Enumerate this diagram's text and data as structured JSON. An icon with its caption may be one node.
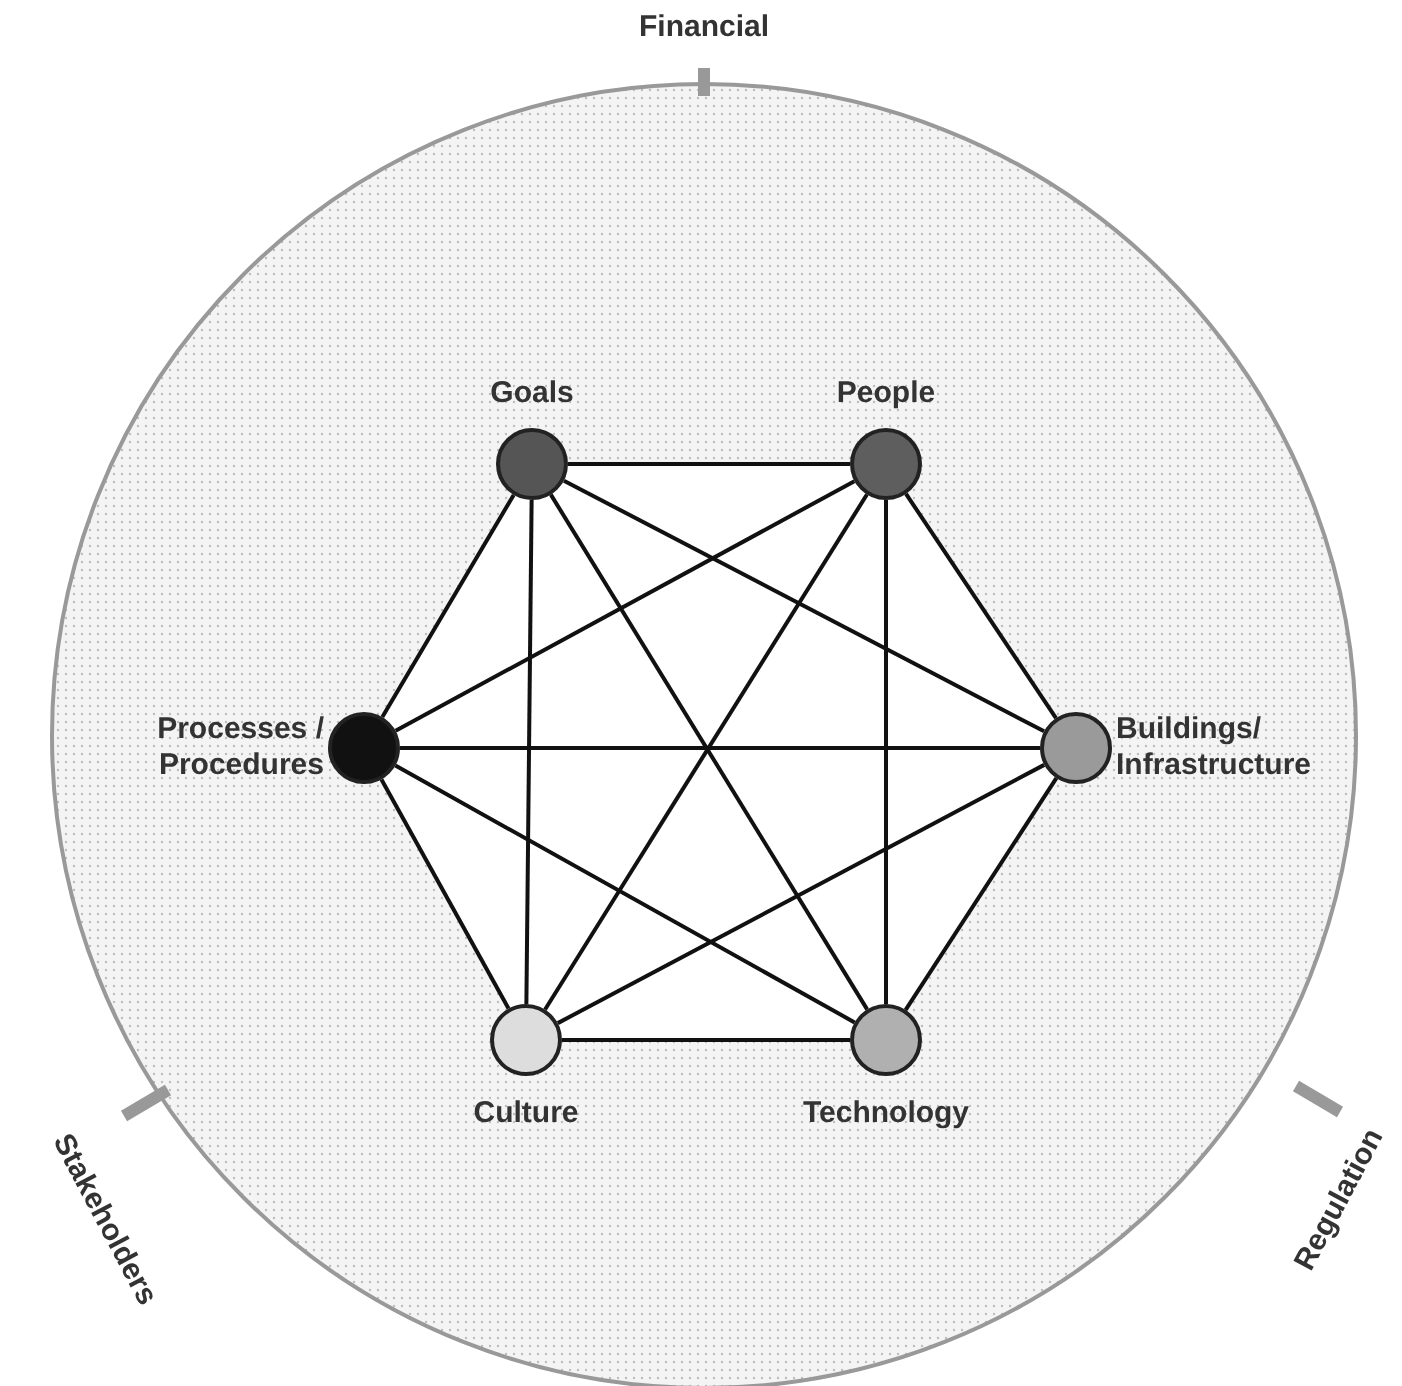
{
  "diagram": {
    "nodes": [
      {
        "text": [
          "Goals"
        ]
      },
      {
        "text": [
          "People"
        ]
      },
      {
        "text": [
          "Processes / Procedures"
        ]
      },
      {
        "text": [
          "Buildings/ Infrastructure"
        ]
      },
      {
        "text": [
          "Culture"
        ]
      },
      {
        "text": [
          "Technology"
        ]
      }
    ],
    "edges": [
      {
        "from": 0,
        "to": 1,
        "arrow": "none"
      },
      {
        "from": 0,
        "to": 2,
        "arrow": "none"
      },
      {
        "from": 0,
        "to": 3,
        "arrow": "none"
      },
      {
        "from": 0,
        "to": 4,
        "arrow": "none"
      },
      {
        "from": 0,
        "to": 5,
        "arrow": "none"
      },
      {
        "from": 1,
        "to": 2,
        "arrow": "none"
      },
      {
        "from": 1,
        "to": 3,
        "arrow": "none"
      },
      {
        "from": 1,
        "to": 4,
        "arrow": "none"
      },
      {
        "from": 1,
        "to": 5,
        "arrow": "none"
      },
      {
        "from": 2,
        "to": 3,
        "arrow": "none"
      },
      {
        "from": 2,
        "to": 4,
        "arrow": "none"
      },
      {
        "from": 2,
        "to": 5,
        "arrow": "none"
      },
      {
        "from": 3,
        "to": 4,
        "arrow": "none"
      },
      {
        "from": 3,
        "to": 5,
        "arrow": "none"
      },
      {
        "from": 4,
        "to": 5,
        "arrow": "none"
      }
    ],
    "labels": [
      "Financial",
      "Stakeholders",
      "Regulation"
    ]
  }
}
